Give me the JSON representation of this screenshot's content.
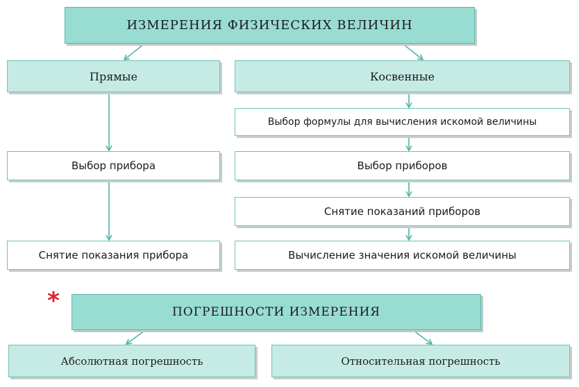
{
  "colors": {
    "header_fill": "#99dcd2",
    "subheader_fill": "#c6ebe5",
    "step_fill": "#ffffff",
    "border": "#6cc3b6",
    "arrow": "#4fb3a6",
    "star": "#e0202a"
  },
  "measurements": {
    "title": "ИЗМЕРЕНИЯ ФИЗИЧЕСКИХ ВЕЛИЧИН",
    "direct": {
      "label": "Прямые",
      "steps": [
        "Выбор прибора",
        "Снятие показания прибора"
      ]
    },
    "indirect": {
      "label": "Косвенные",
      "steps": [
        "Выбор формулы для вычисления искомой величины",
        "Выбор приборов",
        "Снятие показаний приборов",
        "Вычисление значения искомой величины"
      ]
    }
  },
  "errors": {
    "marker": "*",
    "title": "ПОГРЕШНОСТИ ИЗМЕРЕНИЯ",
    "types": [
      "Абсолютная погрешность",
      "Относительная погрешность"
    ]
  }
}
